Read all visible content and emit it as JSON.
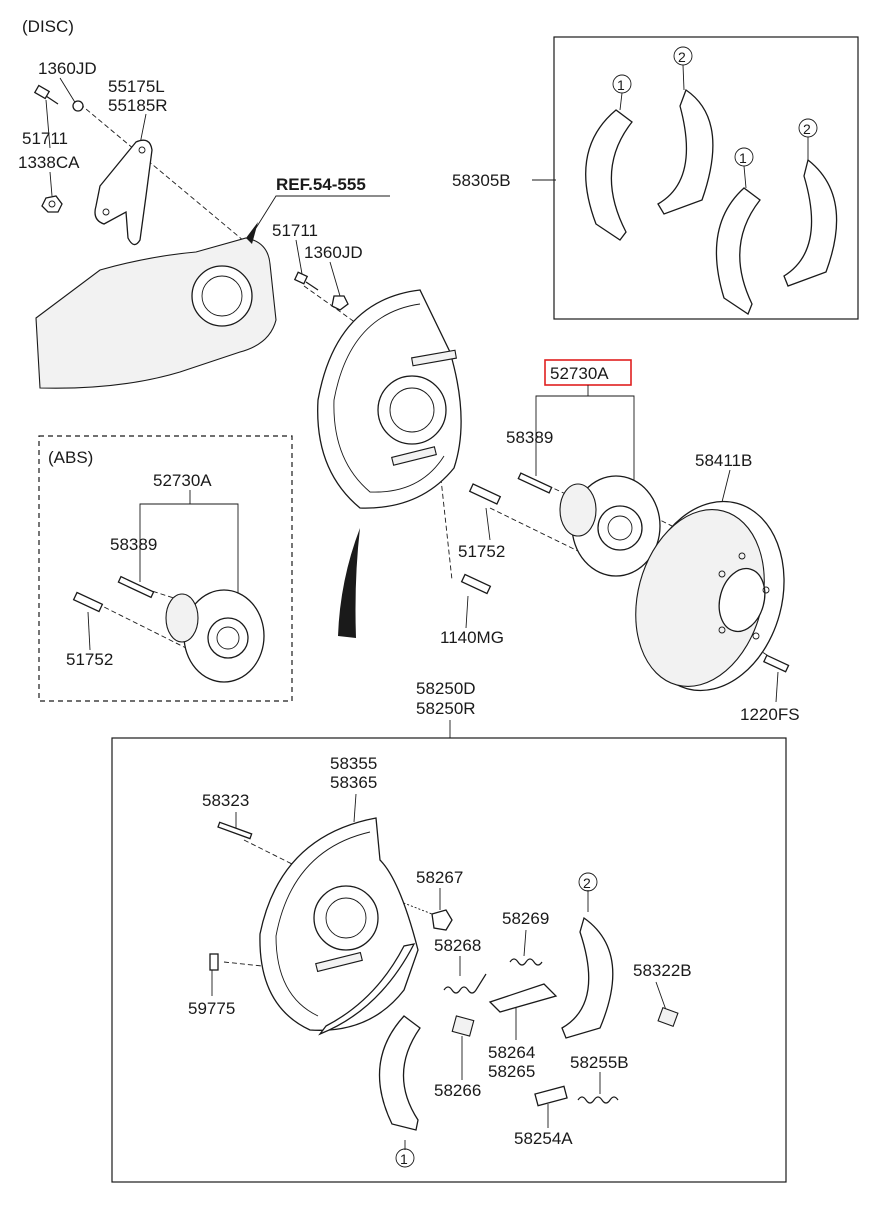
{
  "sections": {
    "disc_title": "(DISC)",
    "abs_title": "(ABS)",
    "ref_label": "REF.54-555"
  },
  "parts": {
    "p1360jd_top": "1360JD",
    "p55175l": "55175L",
    "p55185r": "55185R",
    "p51711_left": "51711",
    "p1338ca": "1338CA",
    "p51711_mid": "51711",
    "p1360jd_mid": "1360JD",
    "p58305b": "58305B",
    "p52730a_main": "52730A",
    "p58389_main": "58389",
    "p58411b": "58411B",
    "p51752_main": "51752",
    "p1140mg": "1140MG",
    "p1220fs": "1220FS",
    "p52730a_abs": "52730A",
    "p58389_abs": "58389",
    "p51752_abs": "51752",
    "p58250d": "58250D",
    "p58250r": "58250R",
    "p58355": "58355",
    "p58365": "58365",
    "p58323": "58323",
    "p58267": "58267",
    "p58269": "58269",
    "p58268": "58268",
    "p58322b": "58322B",
    "p59775": "59775",
    "p58264": "58264",
    "p58265": "58265",
    "p58266": "58266",
    "p58255b": "58255B",
    "p58254a": "58254A"
  },
  "callouts": {
    "shoe1": "1",
    "shoe2": "2"
  },
  "colors": {
    "highlight_box": "#e0201f",
    "ink": "#1a1a1a"
  }
}
